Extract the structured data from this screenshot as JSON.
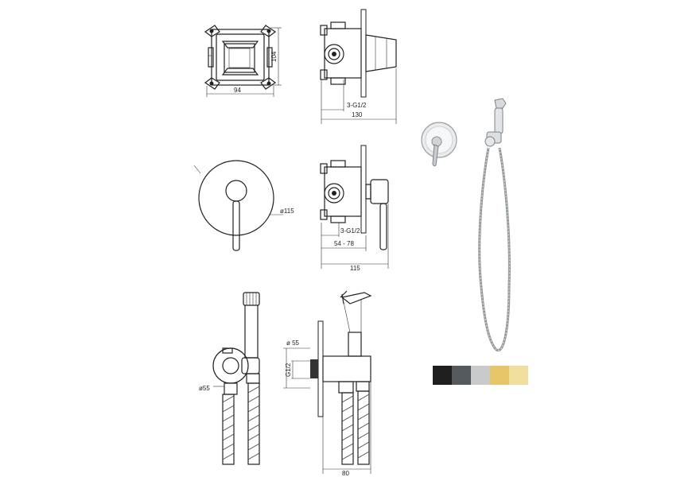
{
  "dimensions": {
    "box_width": "94",
    "box_height": "104",
    "body_thread": "3-G1/2",
    "body_depth": "130",
    "plate_diameter": "ø115",
    "mixer_thread": "3-G1/2",
    "mixer_range": "54 - 78",
    "mixer_depth": "115",
    "holder_diameter": "ø55",
    "elbow_diameter": "ø 55",
    "elbow_thread": "G1/2",
    "elbow_depth": "80"
  },
  "swatches": [
    {
      "name": "black",
      "color": "#1e1e1e"
    },
    {
      "name": "gunmetal",
      "color": "#555a5e"
    },
    {
      "name": "chrome",
      "color": "#c8cacc"
    },
    {
      "name": "brushed-gold",
      "color": "#e7c66a"
    },
    {
      "name": "light-gold",
      "color": "#f1dfa0"
    }
  ]
}
